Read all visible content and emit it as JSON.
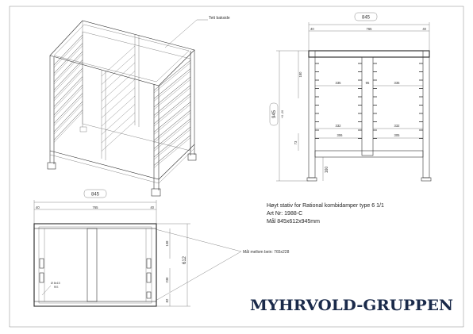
{
  "iso_view": {
    "callout": "Tett bakside"
  },
  "front_view": {
    "overall_width": "845",
    "inner_width": "765",
    "side_width_left": "40",
    "side_width_right": "40",
    "top_height": "180",
    "overall_height": "945",
    "height_tolerance": "+0 -20",
    "foot_height": "160",
    "bottom_offset": "73",
    "upper_span_left": "335",
    "upper_span_mid": "95",
    "upper_span_right": "335",
    "lower_span_left": "332",
    "lower_span_right": "332",
    "base_span_left": "306",
    "base_span_right": "305"
  },
  "top_view": {
    "overall_width": "845",
    "inner_width": "765",
    "side_left": "40",
    "side_right": "40",
    "depth": "612",
    "seg_a": "138",
    "seg_b": "238",
    "seg_c": "82",
    "hole_label": "Ø 8x15",
    "hole_sub": "RIS",
    "callout": "Mål mellom bein: 765x228"
  },
  "info": {
    "line1": "Høyt stativ for Rational kombidamper type 6 1/1",
    "line2": "Art Nr: 1988-C",
    "line3": "Mål 845x612x945mm"
  },
  "brand": {
    "name": "MYHRVOLD-GRUPPEN"
  },
  "colors": {
    "line": "#333333",
    "brand": "#1a2a4a"
  }
}
